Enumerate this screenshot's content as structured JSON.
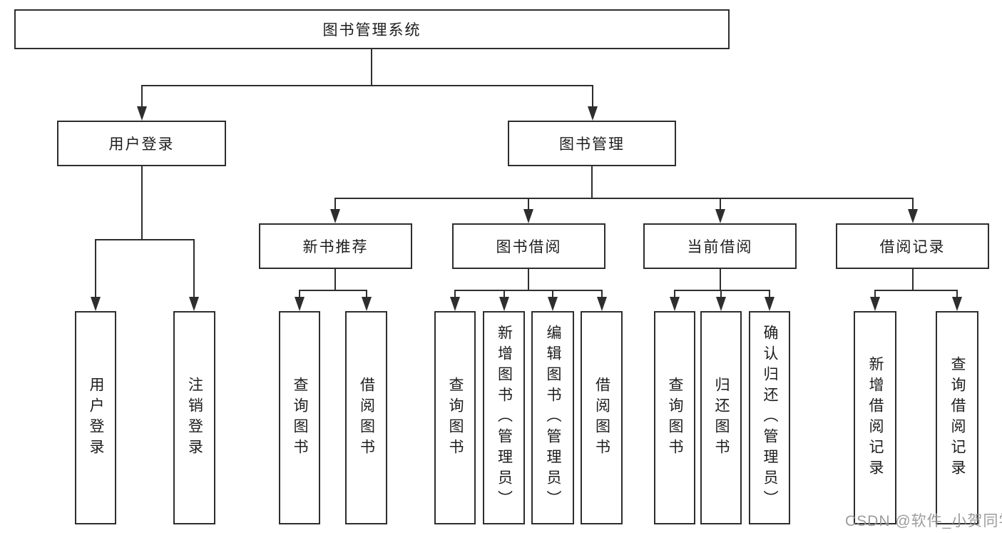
{
  "diagram": {
    "root": {
      "label": "图书管理系统"
    },
    "branches": [
      {
        "label": "用户登录",
        "children": [
          {
            "label": "用户登录"
          },
          {
            "label": "注销登录"
          }
        ]
      },
      {
        "label": "图书管理",
        "children": [
          {
            "label": "新书推荐",
            "children": [
              {
                "label": "查询图书"
              },
              {
                "label": "借阅图书"
              }
            ]
          },
          {
            "label": "图书借阅",
            "children": [
              {
                "label": "查询图书"
              },
              {
                "label": "新增图书（管理员）"
              },
              {
                "label": "编辑图书（管理员）"
              },
              {
                "label": "借阅图书"
              }
            ]
          },
          {
            "label": "当前借阅",
            "children": [
              {
                "label": "查询图书"
              },
              {
                "label": "归还图书"
              },
              {
                "label": "确认归还（管理员）"
              }
            ]
          },
          {
            "label": "借阅记录",
            "children": [
              {
                "label": "新增借阅记录"
              },
              {
                "label": "查询借阅记录"
              }
            ]
          }
        ]
      }
    ]
  },
  "watermark": {
    "text": "CSDN @软件_小贺同学"
  },
  "colors": {
    "line": "#2e2e2e",
    "text": "#1d1d1d",
    "watermark": "#949494",
    "background": "#ffffff"
  }
}
